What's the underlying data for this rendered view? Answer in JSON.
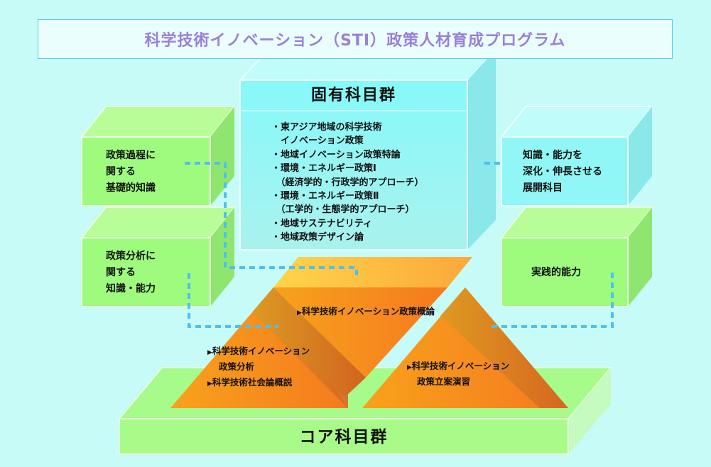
{
  "title": "科学技術イノベーション（STI）政策人材育成プログラム",
  "specific_group": {
    "heading": "固有科目群",
    "courses": [
      "・東アジア地域の科学技術",
      "　イノベーション政策",
      "・地域イノベーション政策特論",
      "・環境・エネルギー政策Ⅰ",
      "　（経済学的・行政学的アプローチ）",
      "・環境・エネルギー政策Ⅱ",
      "　（工学的・生態学的アプローチ）",
      "・地域サステナビリティ",
      "・地域政策デザイン論"
    ]
  },
  "left_boxes": [
    {
      "lines": [
        "政策過程に",
        "関する",
        "基礎的知識"
      ]
    },
    {
      "lines": [
        "政策分析に",
        "関する",
        "知識・能力"
      ]
    }
  ],
  "right_boxes": [
    {
      "lines": [
        "知識・能力を",
        "深化・伸長させる",
        "展開科目"
      ]
    },
    {
      "lines": [
        "実践的能力"
      ]
    }
  ],
  "core_group": {
    "heading": "コア科目群",
    "center_course": "科学技術イノベーション政策概論",
    "left_courses": [
      "科学技術イノベーション",
      "政策分析",
      "科学技術社会論概説"
    ],
    "right_courses": [
      "科学技術イノベーション",
      "政策立案演習"
    ]
  },
  "colors": {
    "green": "#9efb7e",
    "cyan": "#90f7f6",
    "orange": "#f7951f",
    "title": "#9b80d6",
    "dots": "#4fbff2"
  }
}
